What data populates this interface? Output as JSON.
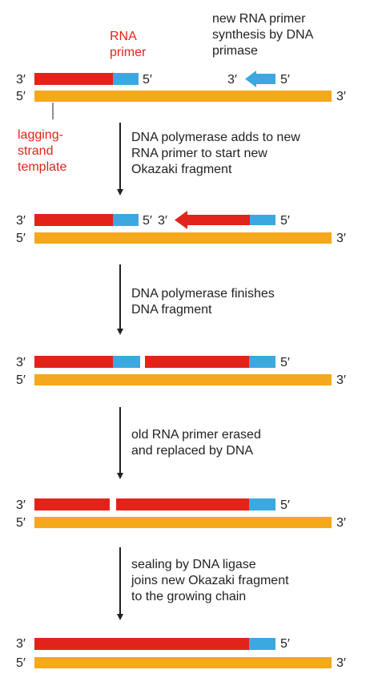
{
  "colors": {
    "rna_primer": "#e2231a",
    "dna_new": "#e2231a",
    "primer_blue": "#3ba9e0",
    "template_strand": "#f5a81c",
    "text": "#231f20",
    "label_red": "#e2231a"
  },
  "labels": {
    "rna_primer_line1": "RNA",
    "rna_primer_line2": "primer",
    "lagging_line1": "lagging-",
    "lagging_line2": "strand",
    "lagging_line3": "template",
    "prime3": "3′",
    "prime5": "5′"
  },
  "steps": [
    {
      "lines": [
        "new RNA primer",
        "synthesis by DNA",
        "primase"
      ]
    },
    {
      "lines": [
        "DNA polymerase adds to new",
        "RNA primer to start new",
        "Okazaki fragment"
      ]
    },
    {
      "lines": [
        "DNA polymerase finishes",
        "DNA fragment"
      ]
    },
    {
      "lines": [
        "old RNA primer erased",
        "and replaced by DNA"
      ]
    },
    {
      "lines": [
        "sealing by DNA ligase",
        "joins new Okazaki fragment",
        "to the growing chain"
      ]
    }
  ]
}
